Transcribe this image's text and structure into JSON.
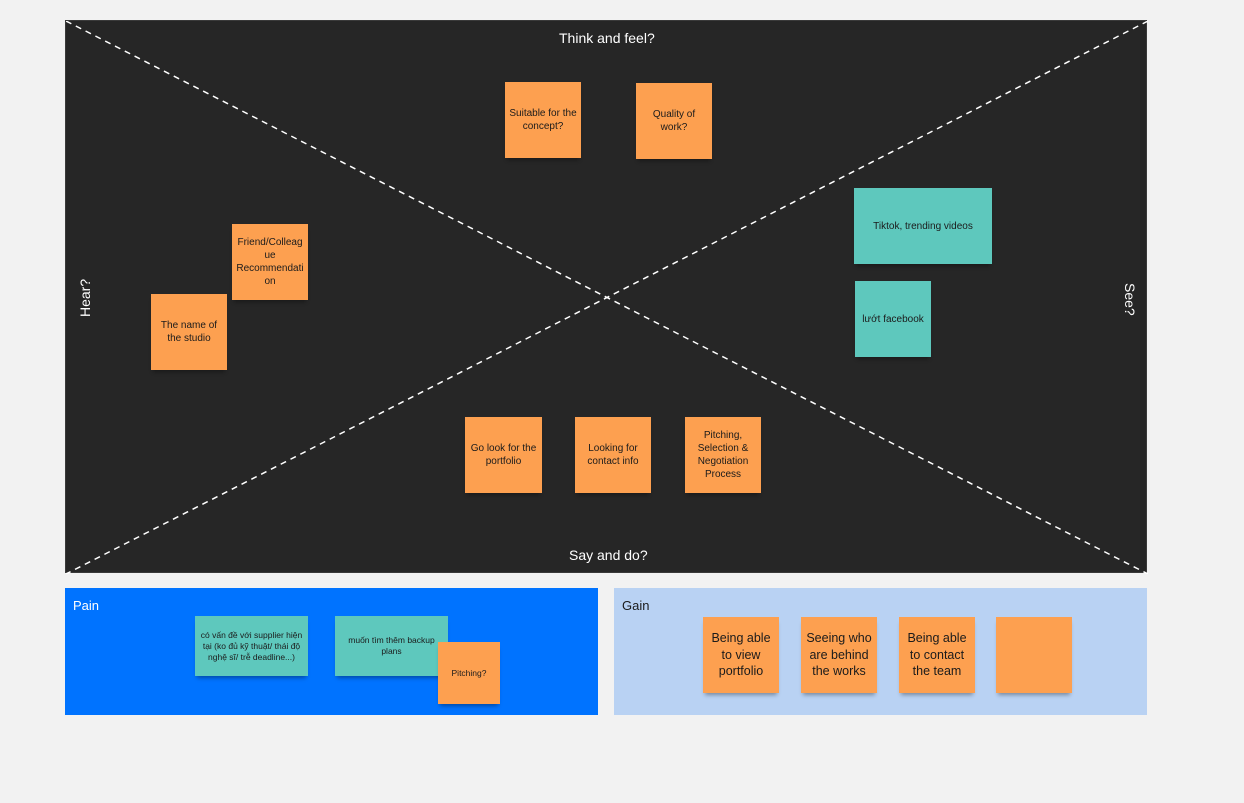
{
  "empathy_map": {
    "top_label": "Think and feel?",
    "bottom_label": "Say and do?",
    "left_label": "Hear?",
    "right_label": "See?",
    "line_color": "#ffffff",
    "background": "#262626",
    "think_notes": [
      "Suitable for the concept?",
      "Quality of work?"
    ],
    "hear_notes": [
      "Friend/Colleague Recommendation",
      "The name of the studio"
    ],
    "see_notes": [
      "Tiktok, trending videos",
      "lướt facebook"
    ],
    "say_notes": [
      "Go look for the portfolio",
      "Looking for contact info",
      "Pitching, Selection & Negotiation Process"
    ]
  },
  "pain": {
    "title": "Pain",
    "background": "#0073ff",
    "notes": [
      "có vấn đề với supplier hiện tại (ko đủ kỹ thuật/ thái độ nghệ sĩ/ trễ deadline...)",
      "muốn tìm thêm backup plans",
      "Pitching?"
    ]
  },
  "gain": {
    "title": "Gain",
    "background": "#b9d2f3",
    "notes": [
      "Being able to view portfolio",
      "Seeing who are behind the works",
      "Being able to contact the team",
      ""
    ]
  },
  "sticky_colors": {
    "orange": "#fda050",
    "teal": "#5ec8bd"
  }
}
